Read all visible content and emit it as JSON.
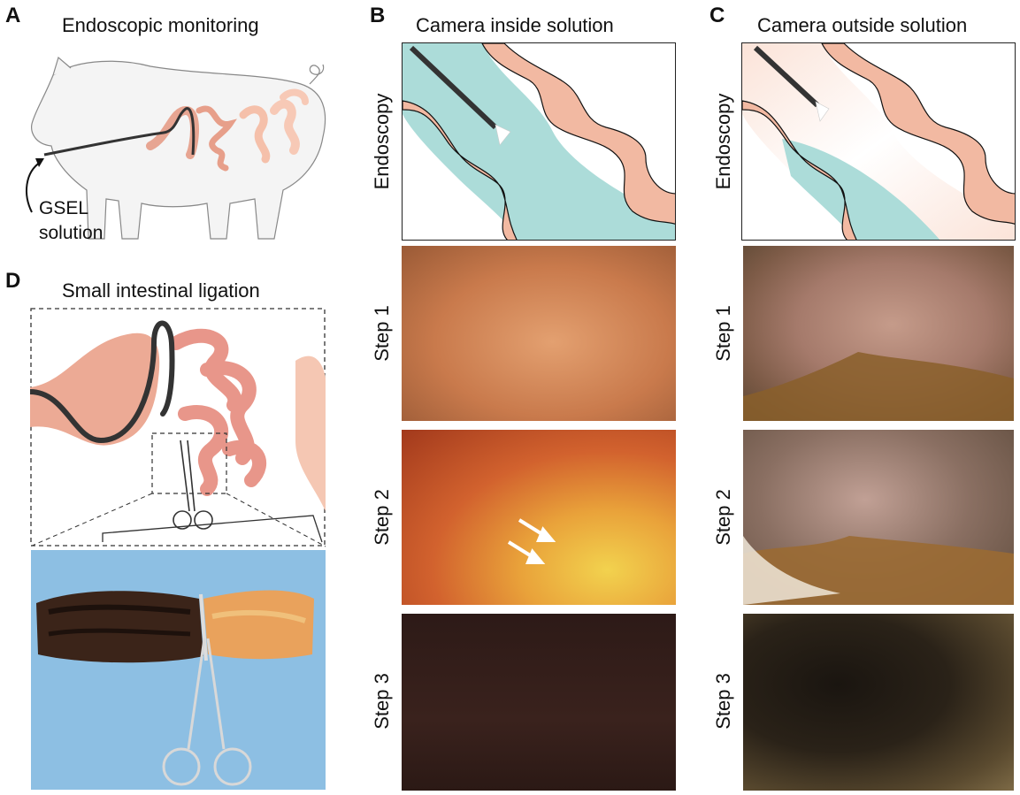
{
  "panels": {
    "A": {
      "letter": "A",
      "title": "Endoscopic monitoring",
      "label_line1": "GSEL",
      "label_line2": "solution"
    },
    "B": {
      "letter": "B",
      "title": "Camera inside solution",
      "row_labels": [
        "Endoscopy",
        "Step 1",
        "Step 2",
        "Step 3"
      ]
    },
    "C": {
      "letter": "C",
      "title": "Camera outside solution",
      "row_labels": [
        "Endoscopy",
        "Step 1",
        "Step 2",
        "Step 3"
      ]
    },
    "D": {
      "letter": "D",
      "title": "Small intestinal ligation"
    }
  },
  "colors": {
    "intestine": "#f0b8a2",
    "intestine_dark": "#d9826a",
    "solution": "#a9dcd8",
    "scope": "#333333",
    "photo_blue": "#8fc0e2"
  }
}
